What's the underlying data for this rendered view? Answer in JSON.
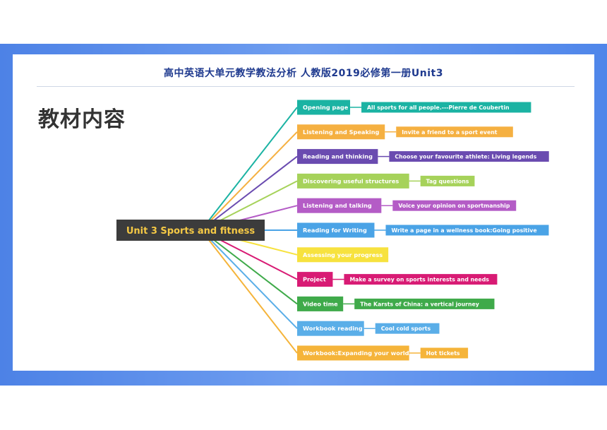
{
  "header": {
    "title": "高中英语大单元教学教法分析 人教版2019必修第一册Unit3"
  },
  "section_title": "教材内容",
  "mindmap": {
    "root": {
      "label": "Unit 3 Sports and fitness",
      "color": "#3c3c3c"
    },
    "branches": [
      {
        "label": "Opening page",
        "color": "#1bb3a3",
        "child": "All sports for all people.---Pierre de Coubertin"
      },
      {
        "label": "Listening and Speaking",
        "color": "#f5b041",
        "child": "Invite a friend to a sport event"
      },
      {
        "label": "Reading and thinking",
        "color": "#6a4bb0",
        "child": "Choose your favourite athlete: Living legends"
      },
      {
        "label": "Discovering useful structures",
        "color": "#a6d25a",
        "child": "Tag questions"
      },
      {
        "label": "Listening and talking",
        "color": "#b45cc6",
        "child": "Voice your opinion on sportmanship"
      },
      {
        "label": "Reading for Writing",
        "color": "#4aa3e6",
        "child": "Write a page in a wellness book:Going positive"
      },
      {
        "label": "Assessing your progress",
        "color": "#f7e23e",
        "child": ""
      },
      {
        "label": "Project",
        "color": "#d81b74",
        "child": "Make a survey on sports interests and needs"
      },
      {
        "label": "Video time",
        "color": "#3faa4a",
        "child": "The Karsts of China: a vertical journey"
      },
      {
        "label": "Workbook reading",
        "color": "#5aaee8",
        "child": "Cool cold sports"
      },
      {
        "label": "Workbook:Expanding your world",
        "color": "#f5b43a",
        "child": "Hot tickets"
      }
    ]
  }
}
